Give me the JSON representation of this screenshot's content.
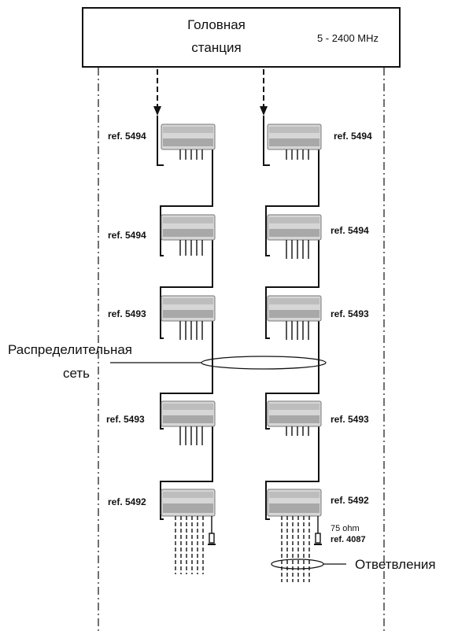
{
  "head_station": {
    "title_line1": "Головная",
    "title_line2": "станция",
    "frequency": "5 - 2400 MHz"
  },
  "left_column": {
    "units": [
      {
        "ref": "ref. 5494"
      },
      {
        "ref": "ref. 5494"
      },
      {
        "ref": "ref. 5493"
      },
      {
        "ref": "ref. 5493"
      },
      {
        "ref": "ref. 5492"
      }
    ]
  },
  "right_column": {
    "units": [
      {
        "ref": "ref. 5494"
      },
      {
        "ref": "ref. 5494"
      },
      {
        "ref": "ref. 5493"
      },
      {
        "ref": "ref. 5493"
      },
      {
        "ref": "ref. 5492"
      }
    ]
  },
  "labels": {
    "distribution_line1": "Распределительная",
    "distribution_line2": "сеть",
    "branches": "Ответвления",
    "termination_value": "75 ohm",
    "termination_ref": "ref. 4087"
  },
  "colors": {
    "line": "#111111",
    "device_body": "#d6d6d6",
    "device_shade": "#a8a8a8"
  }
}
